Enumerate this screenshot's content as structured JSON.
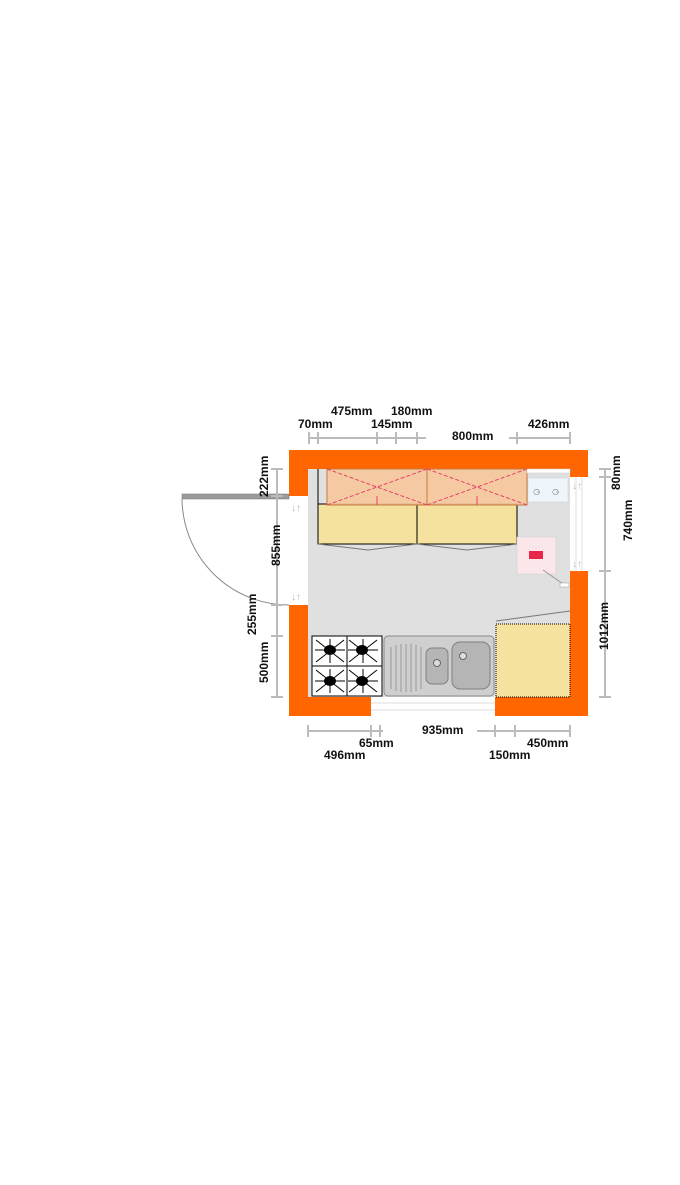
{
  "colors": {
    "wall": "#ff6600",
    "floor": "#e0e0e0",
    "cabinet_base": "#f5e29e",
    "cabinet_wall": "#f7c79a",
    "cabinet_cross": "#e6446a",
    "dimension_line": "#bbbbbb",
    "sink": "#b9b9b9",
    "hob": "#000000",
    "door_leaf": "#9a9a9a",
    "socket_marker": "#e8264a"
  },
  "dimensions": {
    "top": {
      "d70": "70mm",
      "d475": "475mm",
      "d145": "145mm",
      "d180": "180mm",
      "d800": "800mm",
      "d426": "426mm"
    },
    "bottom": {
      "d496": "496mm",
      "d65": "65mm",
      "d935": "935mm",
      "d150": "150mm",
      "d450": "450mm"
    },
    "left": {
      "d222": "222mm",
      "d855": "855mm",
      "d255": "255mm",
      "d500": "500mm"
    },
    "right": {
      "d80": "80mm",
      "d740": "740mm",
      "d1012": "1012mm"
    }
  },
  "icons": {
    "door": "door-swing-icon",
    "hob": "four-burner-hob-icon",
    "sink": "double-bowl-sink-icon",
    "socket": "double-socket-icon",
    "switch": "wall-switch-icon",
    "wall_cabinet": "wall-cabinet-icon",
    "base_cabinet": "base-cabinet-icon"
  }
}
